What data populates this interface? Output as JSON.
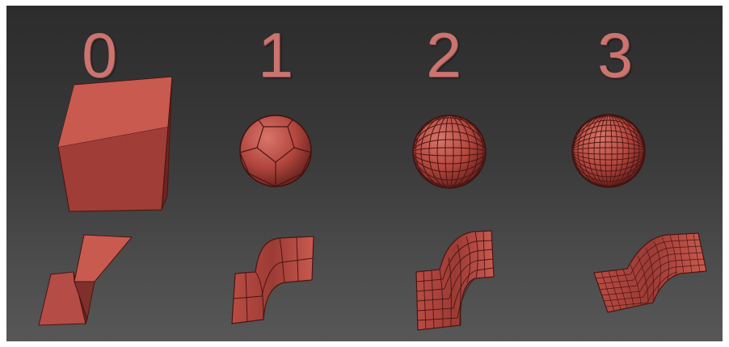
{
  "labels": [
    "0",
    "1",
    "2",
    "3"
  ],
  "colors": {
    "background_top": "#2c2c2c",
    "background_bottom": "#575757",
    "surface_light": "#c95a50",
    "surface_mid": "#ad4740",
    "surface_dark": "#7a2a26",
    "wireframe": "#4a1512",
    "label": "#cc7470"
  },
  "panels": [
    {
      "level": "0",
      "cube": "cube-icon",
      "sheet": "folded-plane-icon"
    },
    {
      "level": "1",
      "sphere": "low-poly-sphere-icon",
      "sheet": "smoothed-plane-icon"
    },
    {
      "level": "2",
      "sphere": "subdivided-sphere-icon",
      "sheet": "subdivided-plane-icon"
    },
    {
      "level": "3",
      "sphere": "subdivided-sphere-icon",
      "sheet": "subdivided-plane-icon"
    }
  ]
}
